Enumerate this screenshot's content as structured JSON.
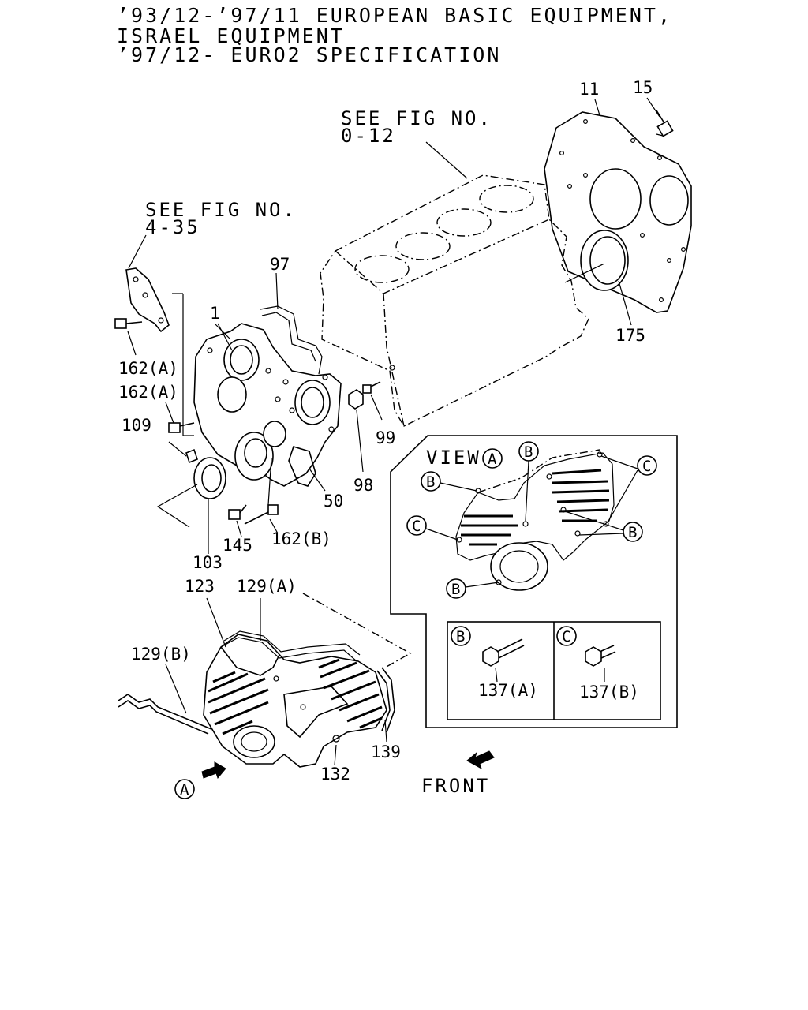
{
  "header": {
    "line1": "’93/12-’97/11 EUROPEAN BASIC EQUIPMENT,",
    "line2": "ISRAEL EQUIPMENT",
    "line3": "’97/12- EURO2 SPECIFICATION"
  },
  "references": {
    "fig_0_12_line1": "SEE FIG NO.",
    "fig_0_12_line2": "0-12",
    "fig_4_35_line1": "SEE FIG NO.",
    "fig_4_35_line2": "4-35"
  },
  "part_labels": {
    "p1": "1",
    "p11": "11",
    "p15": "15",
    "p175": "175",
    "p97": "97",
    "p162a_1": "162(A)",
    "p162a_2": "162(A)",
    "p109": "109",
    "p99": "99",
    "p98": "98",
    "p50": "50",
    "p103": "103",
    "p145": "145",
    "p162b": "162(B)",
    "p123": "123",
    "p129a": "129(A)",
    "p129b": "129(B)",
    "p132": "132",
    "p139": "139",
    "p137a": "137(A)",
    "p137b": "137(B)"
  },
  "view_box": {
    "title": "VIEW",
    "title_mark": "A",
    "marker_b": "B",
    "marker_c": "C"
  },
  "direction": {
    "front": "FRONT",
    "view_marker": "A"
  }
}
